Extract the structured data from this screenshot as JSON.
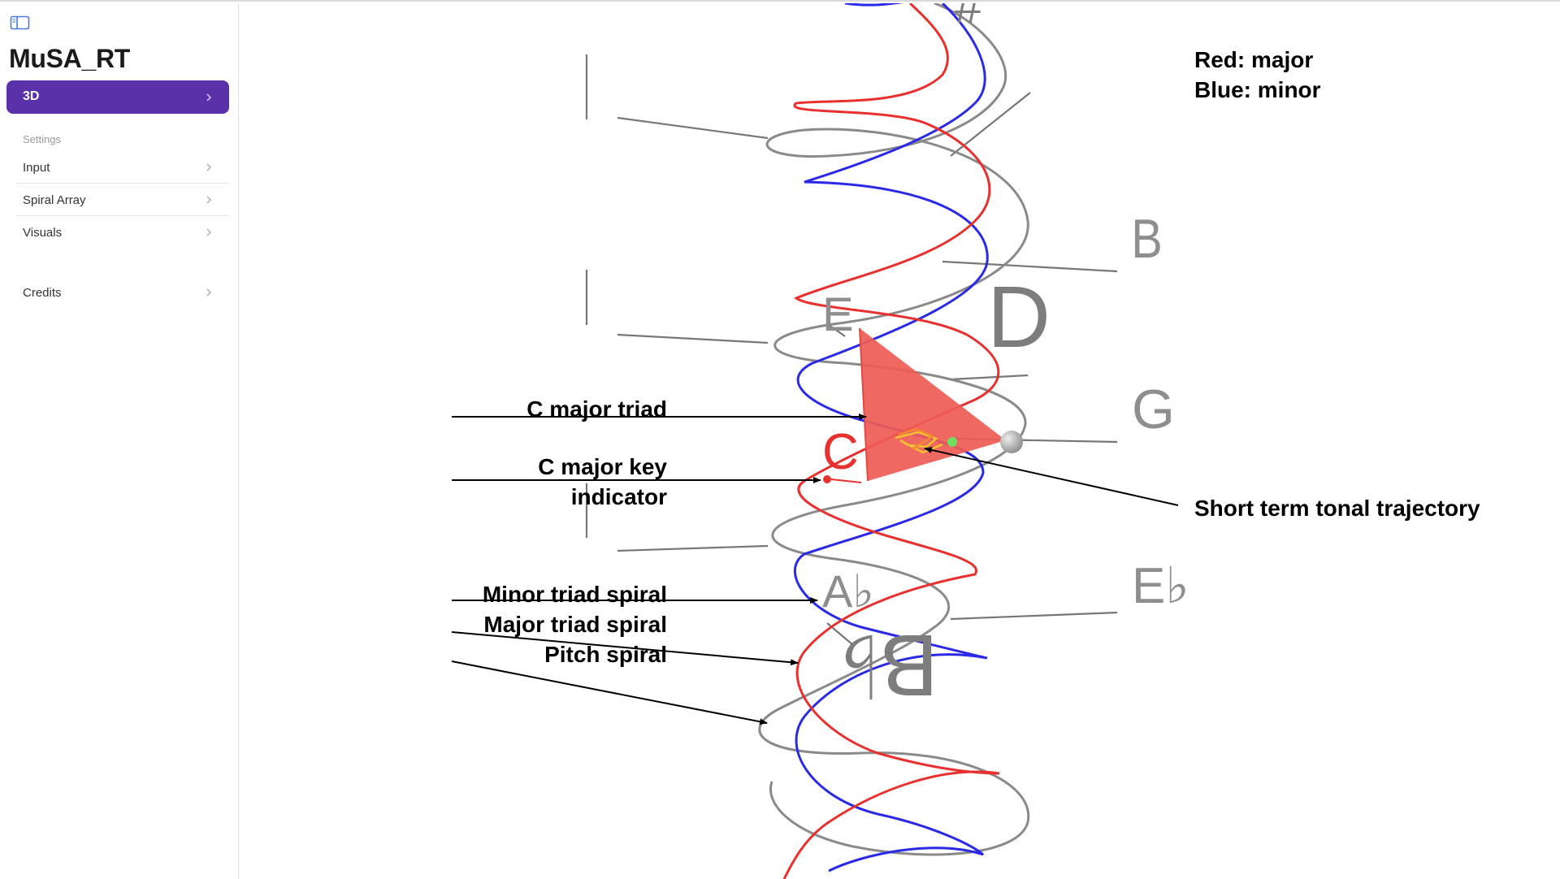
{
  "sidebar": {
    "toggle_icon": "sidebar-toggle-icon",
    "app_title": "MuSA_RT",
    "active_item": "3D",
    "section_header": "Settings",
    "items": [
      {
        "label": "Input"
      },
      {
        "label": "Spiral Array"
      },
      {
        "label": "Visuals"
      },
      {
        "label": "Credits"
      }
    ]
  },
  "legend": {
    "line1": "Red: major",
    "line2": "Blue: minor"
  },
  "annotations": {
    "c_major_triad": "C major triad",
    "c_major_key_1": "C major key",
    "c_major_key_2": "indicator",
    "minor_spiral": "Minor triad spiral",
    "major_spiral": "Major triad spiral",
    "pitch_spiral": "Pitch spiral",
    "trajectory": "Short term tonal trajectory"
  },
  "pitch_labels": {
    "B": "B",
    "D": "D",
    "G": "G",
    "E": "E",
    "C": "C",
    "Ab": "A♭",
    "Bb": "B♭",
    "Eb": "E♭",
    "top_sharp": "#"
  },
  "colors": {
    "accent": "#5a31a8",
    "major": "#e8312f",
    "minor": "#2a2ae6",
    "pitch": "#8a8a8a",
    "triad_fill": "#ef5b55"
  }
}
